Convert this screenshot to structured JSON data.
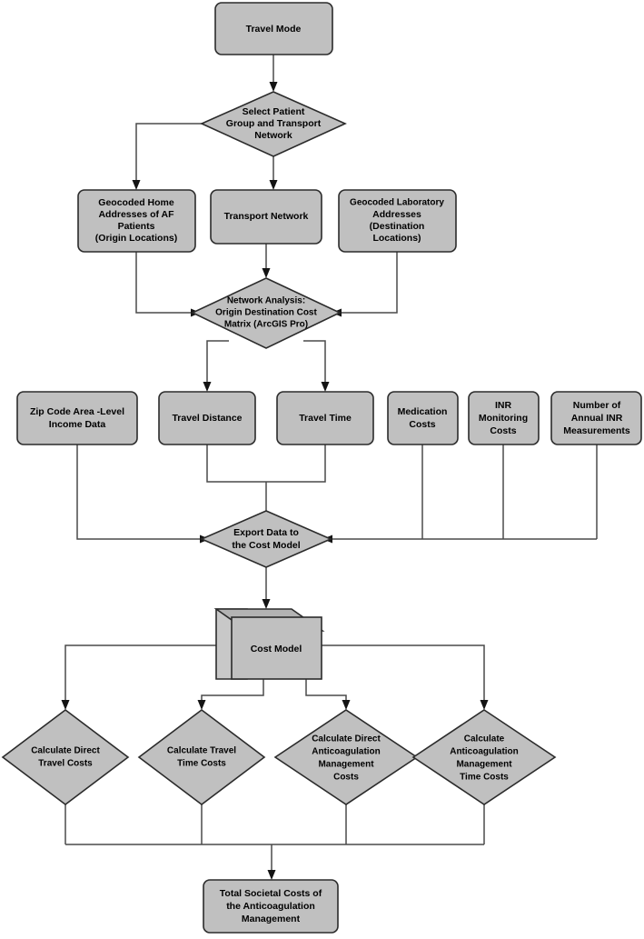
{
  "diagram": {
    "title": "Travel Mode Cost Model Flowchart",
    "colors": {
      "shape_fill": "#c0c0c0",
      "shape_stroke": "#2b2b2b",
      "edge": "#4a4a4a",
      "text": "#000000",
      "background": "#ffffff"
    },
    "nodes": [
      {
        "id": "travel-mode",
        "shape": "rounded-rect",
        "lines": [
          "Travel Mode"
        ]
      },
      {
        "id": "select-patient",
        "shape": "diamond",
        "lines": [
          "Select Patient",
          "Group and Transport",
          "Network"
        ]
      },
      {
        "id": "geocoded-home",
        "shape": "rounded-rect",
        "lines": [
          "Geocoded Home",
          "Addresses of AF",
          "Patients",
          "(Origin Locations)"
        ]
      },
      {
        "id": "transport-network",
        "shape": "rounded-rect",
        "lines": [
          "Transport Network"
        ]
      },
      {
        "id": "geocoded-lab",
        "shape": "rounded-rect",
        "lines": [
          "Geocoded Laboratory",
          "Addresses",
          "(Destination",
          "Locations)"
        ]
      },
      {
        "id": "network-analysis",
        "shape": "diamond",
        "lines": [
          "Network Analysis:",
          "Origin Destination Cost",
          "Matrix (ArcGIS Pro)"
        ]
      },
      {
        "id": "zip-income",
        "shape": "rounded-rect",
        "lines": [
          "Zip Code Area -Level",
          "Income Data"
        ]
      },
      {
        "id": "travel-distance",
        "shape": "rounded-rect",
        "lines": [
          "Travel Distance"
        ]
      },
      {
        "id": "travel-time",
        "shape": "rounded-rect",
        "lines": [
          "Travel Time"
        ]
      },
      {
        "id": "medication-costs",
        "shape": "rounded-rect",
        "lines": [
          "Medication",
          "Costs"
        ]
      },
      {
        "id": "inr-monitoring",
        "shape": "rounded-rect",
        "lines": [
          "INR",
          "Monitoring",
          "Costs"
        ]
      },
      {
        "id": "annual-inr",
        "shape": "rounded-rect",
        "lines": [
          "Number of",
          "Annual INR",
          "Measurements"
        ]
      },
      {
        "id": "export-data",
        "shape": "diamond",
        "lines": [
          "Export Data to",
          "the Cost Model"
        ]
      },
      {
        "id": "cost-model",
        "shape": "cube",
        "lines": [
          "Cost Model"
        ]
      },
      {
        "id": "calc-direct-travel",
        "shape": "diamond",
        "lines": [
          "Calculate Direct",
          "Travel Costs"
        ]
      },
      {
        "id": "calc-travel-time",
        "shape": "diamond",
        "lines": [
          "Calculate Travel",
          "Time Costs"
        ]
      },
      {
        "id": "calc-direct-acm",
        "shape": "diamond",
        "lines": [
          "Calculate Direct",
          "Anticoagulation",
          "Management",
          "Costs"
        ]
      },
      {
        "id": "calc-acm-time",
        "shape": "diamond",
        "lines": [
          "Calculate",
          "Anticoagulation",
          "Management",
          "Time Costs"
        ]
      },
      {
        "id": "total-societal",
        "shape": "rounded-rect",
        "lines": [
          "Total Societal Costs of",
          "the Anticoagulation",
          "Management"
        ]
      }
    ],
    "edges": [
      {
        "from": "travel-mode",
        "to": "select-patient"
      },
      {
        "from": "select-patient",
        "to": "geocoded-home"
      },
      {
        "from": "select-patient",
        "to": "transport-network"
      },
      {
        "from": "geocoded-home",
        "to": "network-analysis"
      },
      {
        "from": "transport-network",
        "to": "network-analysis"
      },
      {
        "from": "geocoded-lab",
        "to": "network-analysis"
      },
      {
        "from": "network-analysis",
        "to": "travel-distance"
      },
      {
        "from": "network-analysis",
        "to": "travel-time"
      },
      {
        "from": "zip-income",
        "to": "export-data"
      },
      {
        "from": "travel-distance",
        "to": "export-data"
      },
      {
        "from": "travel-time",
        "to": "export-data"
      },
      {
        "from": "medication-costs",
        "to": "export-data"
      },
      {
        "from": "inr-monitoring",
        "to": "export-data"
      },
      {
        "from": "annual-inr",
        "to": "export-data"
      },
      {
        "from": "export-data",
        "to": "cost-model"
      },
      {
        "from": "cost-model",
        "to": "calc-direct-travel"
      },
      {
        "from": "cost-model",
        "to": "calc-travel-time"
      },
      {
        "from": "cost-model",
        "to": "calc-direct-acm"
      },
      {
        "from": "cost-model",
        "to": "calc-acm-time"
      },
      {
        "from": "calc-direct-travel",
        "to": "total-societal"
      },
      {
        "from": "calc-travel-time",
        "to": "total-societal"
      },
      {
        "from": "calc-direct-acm",
        "to": "total-societal"
      },
      {
        "from": "calc-acm-time",
        "to": "total-societal"
      }
    ]
  }
}
